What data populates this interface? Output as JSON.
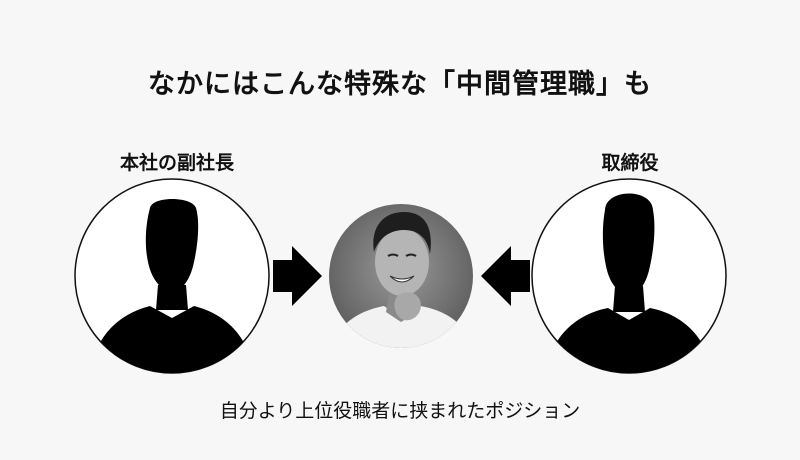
{
  "title": "なかにはこんな特殊な「中間管理職」も",
  "left_label": "本社の副社長",
  "right_label": "取締役",
  "caption": "自分より上位役職者に挟まれたポジション"
}
